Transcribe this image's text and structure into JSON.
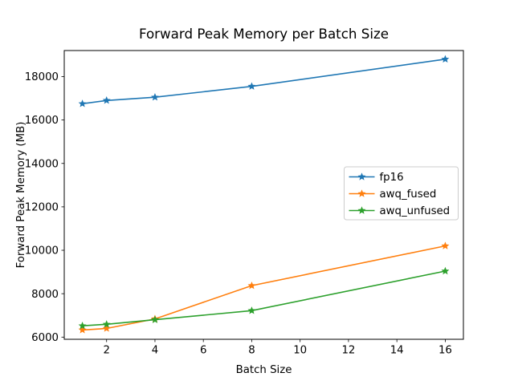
{
  "chart_data": {
    "type": "line",
    "title": "Forward Peak Memory per Batch Size",
    "xlabel": "Batch Size",
    "ylabel": "Forward Peak Memory (MB)",
    "x": [
      1,
      2,
      4,
      8,
      16
    ],
    "series": [
      {
        "name": "fp16",
        "color": "#1f77b4",
        "marker": "star",
        "values": [
          16750,
          16900,
          17050,
          17550,
          18800
        ]
      },
      {
        "name": "awq_fused",
        "color": "#ff7f0e",
        "marker": "star",
        "values": [
          6330,
          6400,
          6840,
          8370,
          10200
        ]
      },
      {
        "name": "awq_unfused",
        "color": "#2ca02c",
        "marker": "star",
        "values": [
          6520,
          6590,
          6800,
          7220,
          9040
        ]
      }
    ],
    "xticks": [
      2,
      4,
      6,
      8,
      10,
      12,
      14,
      16
    ],
    "yticks": [
      6000,
      8000,
      10000,
      12000,
      14000,
      16000,
      18000
    ],
    "xlim": [
      0.25,
      16.75
    ],
    "ylim": [
      5900,
      19200
    ],
    "grid": false,
    "legend_position": "center-right",
    "background_color": "#ffffff",
    "spine_color": "#000000",
    "legend_border_color": "#cccccc"
  }
}
